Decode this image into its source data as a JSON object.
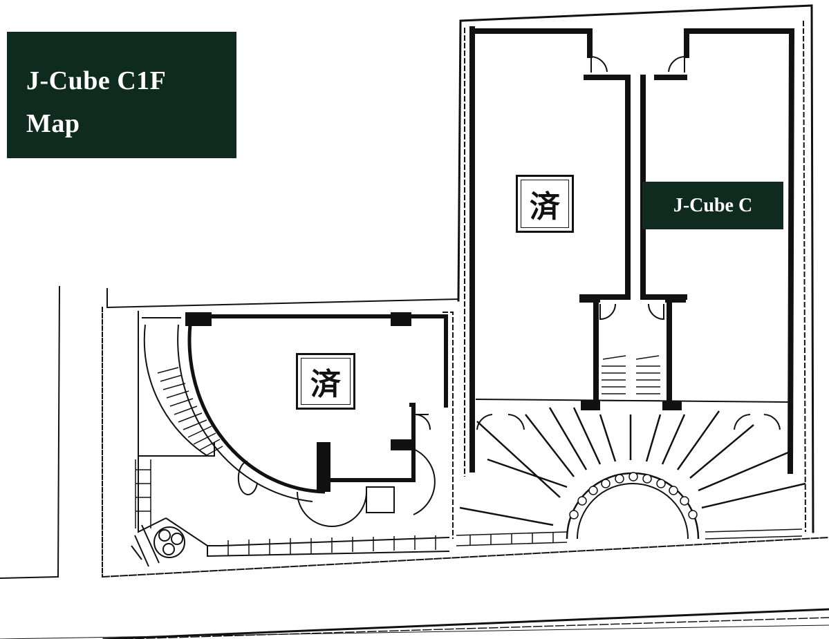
{
  "map": {
    "title_line1": "J-Cube C1F",
    "title_line2": "Map",
    "room_label": "J-Cube C",
    "occupied_marks": [
      "済",
      "済"
    ],
    "colors": {
      "label_background": "#0f2a1e",
      "label_text": "#ffffff",
      "lines": "#111111"
    }
  }
}
